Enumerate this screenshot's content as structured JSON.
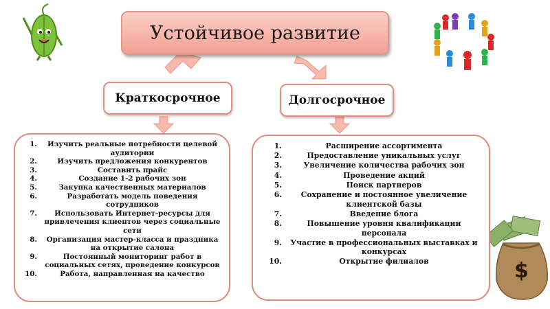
{
  "title": "Устойчивое развитие",
  "short_term": {
    "label": "Краткосрочное",
    "items": [
      {
        "n": "1.",
        "text": "Изучить реальные потребности целевой аудитории"
      },
      {
        "n": "2.",
        "text": "Изучить предложения конкурентов"
      },
      {
        "n": "3.",
        "text": "Составить прайс"
      },
      {
        "n": "4.",
        "text": "Создание 1-2 рабочих зон"
      },
      {
        "n": "5.",
        "text": "Закупка качественных материалов"
      },
      {
        "n": "6.",
        "text": "Разработать модель поведения сотрудников"
      },
      {
        "n": "7.",
        "text": "Использовать Интернет-ресурсы для привлечения клиентов через социальные сети"
      },
      {
        "n": "8.",
        "text": "Организация мастер-класса и праздника на открытие салона"
      },
      {
        "n": "9.",
        "text": "Постоянный мониторинг работ в социальных сетях, проведение конкурсов"
      },
      {
        "n": "10.",
        "text": "Работа, направленная на качество"
      }
    ]
  },
  "long_term": {
    "label": "Долгосрочное",
    "items": [
      {
        "n": "1.",
        "text": "Расширение ассортимента"
      },
      {
        "n": "2.",
        "text": "Предоставление уникальных услуг"
      },
      {
        "n": "3.",
        "text": "Увеличение количества рабочих зон"
      },
      {
        "n": "4.",
        "text": "Проведение акций"
      },
      {
        "n": "5.",
        "text": "Поиск партнеров"
      },
      {
        "n": "6.",
        "text": "Сохранение и постоянное увеличение клиентской базы"
      },
      {
        "n": "7.",
        "text": "Введение блога"
      },
      {
        "n": "8.",
        "text": "Повышение уровня квалификации персонала"
      },
      {
        "n": "9.",
        "text": "Участие в профессиональных выставках и конкурсах"
      },
      {
        "n": "10.",
        "text": "Открытие филиалов"
      }
    ]
  },
  "colors": {
    "accent": "#f39f93",
    "border": "#e08d80",
    "arrow": "#f8b9ac"
  },
  "decorations": [
    "leaf-mascot-icon",
    "people-circle-icon",
    "money-bag-icon"
  ]
}
